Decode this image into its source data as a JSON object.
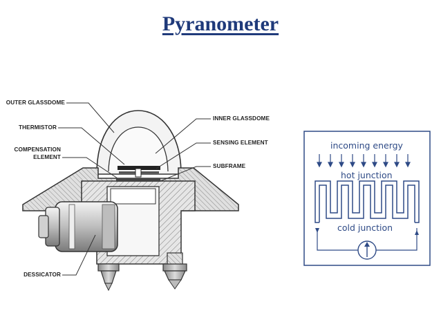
{
  "title": "Pyranometer",
  "labels": {
    "outer_glassdome": "OUTER GLASSDOME",
    "thermistor": "THERMISTOR",
    "compensation_element_1": "COMPENSATION",
    "compensation_element_2": "ELEMENT",
    "dessicator": "DESSICATOR",
    "inner_glassdome": "INNER GLASSDOME",
    "sensing_element": "SENSING ELEMENT",
    "subframe": "SUBFRAME"
  },
  "thermocouple": {
    "incoming_energy": "incoming energy",
    "hot_junction": "hot junction",
    "cold_junction": "cold junction"
  },
  "colors": {
    "title": "#1f3a7a",
    "schematic": "#2e4a86",
    "drawing": "#333333"
  }
}
